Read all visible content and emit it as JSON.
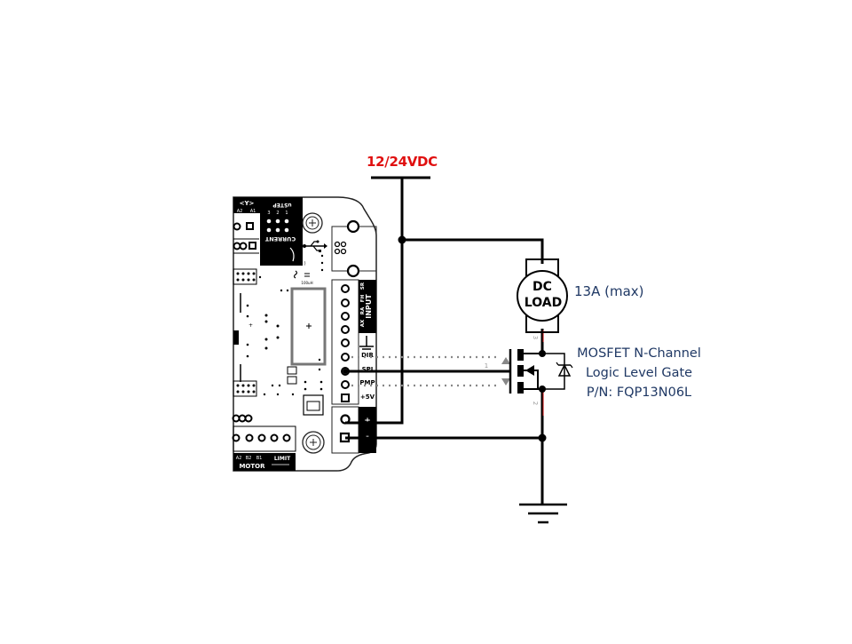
{
  "diagram": {
    "title": "Stepper driver output switching DC load via N-Channel MOSFET",
    "supply": {
      "label": "12/24VDC",
      "color": "#e01010"
    },
    "load": {
      "line1": "DC",
      "line2": "LOAD",
      "rating": "13A (max)"
    },
    "mosfet": {
      "desc_line1": "MOSFET N-Channel",
      "desc_line2": "Logic Level Gate",
      "desc_line3": "P/N: FQP13N06L",
      "pin_gate": "1",
      "pin_drain": "3",
      "pin_source": "2",
      "text_color": "#1f3864"
    },
    "board": {
      "input_header_label": "INPUT",
      "input_pins": [
        "SR",
        "FH",
        "RA",
        "AX"
      ],
      "io_labels": [
        "DIR",
        "SPI",
        "PMP",
        "+5V"
      ],
      "power_labels": [
        "+",
        "-"
      ],
      "usb_label": "USB",
      "current_label": "CURRENT",
      "ustep_label": "uSTEP",
      "ustep_pins": [
        "1",
        "2",
        "3"
      ],
      "motor_label": "MOTOR",
      "motor_pins": [
        "B1",
        "B2",
        "A2"
      ],
      "limit_label": "LIMIT",
      "axis_label": "<Y>",
      "axis_pins": [
        "A1",
        "A2"
      ],
      "cap_label": "100uH"
    },
    "ground": {
      "symbol": "ground"
    }
  }
}
